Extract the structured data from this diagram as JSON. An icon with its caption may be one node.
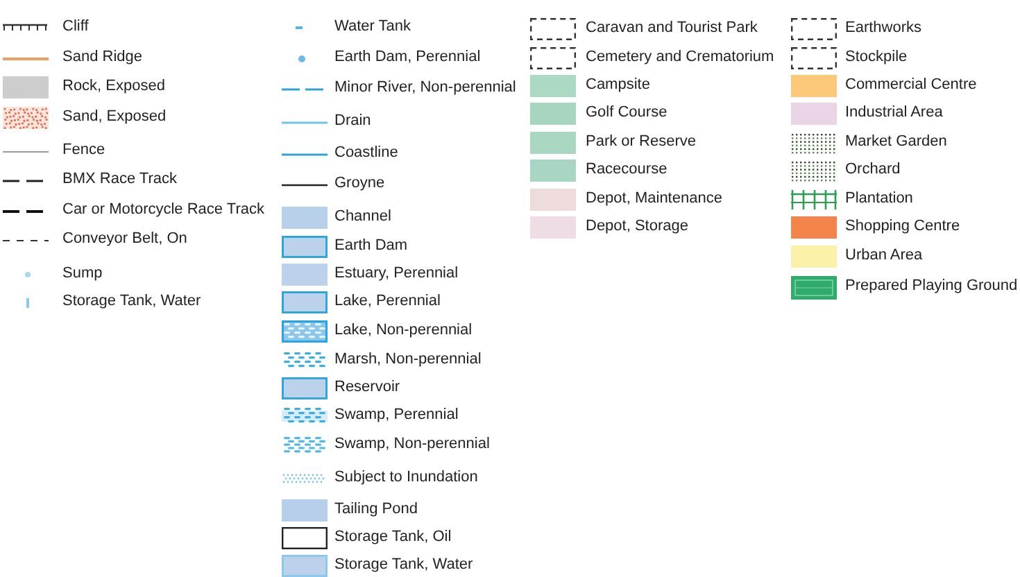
{
  "diagram": {
    "legend": [
      {
        "text": "Cliff"
      },
      {
        "text": "Sand Ridge"
      },
      {
        "text": "Rock, Exposed",
        "color": "#cdcdcd"
      },
      {
        "text": "Sand, Exposed"
      },
      {
        "text": "Fence"
      },
      {
        "text": "BMX Race Track"
      },
      {
        "text": "Car or Motorcycle Race Track"
      },
      {
        "text": "Conveyor Belt, On"
      },
      {
        "text": "Sump"
      },
      {
        "text": "Storage Tank, Water"
      },
      {
        "text": "Water Tank"
      },
      {
        "text": "Earth Dam, Perennial"
      },
      {
        "text": "Minor River, Non-perennial"
      },
      {
        "text": "Drain"
      },
      {
        "text": "Coastline"
      },
      {
        "text": "Groyne"
      },
      {
        "text": "Channel",
        "color": "#b9d0ea"
      },
      {
        "text": "Earth Dam"
      },
      {
        "text": "Estuary, Perennial",
        "color": "#bcd2eb"
      },
      {
        "text": "Lake, Perennial"
      },
      {
        "text": "Lake, Non-perennial"
      },
      {
        "text": "Marsh, Non-perennial"
      },
      {
        "text": "Reservoir"
      },
      {
        "text": "Swamp, Perennial"
      },
      {
        "text": "Swamp, Non-perennial"
      },
      {
        "text": "Subject to Inundation"
      },
      {
        "text": "Tailing Pond",
        "color": "#b8cfec"
      },
      {
        "text": "Storage Tank, Oil"
      },
      {
        "text": "Storage Tank, Water"
      },
      {
        "text": "Caravan and Tourist Park"
      },
      {
        "text": "Cemetery and Crematorium"
      },
      {
        "text": "Campsite",
        "color": "#acd9c3"
      },
      {
        "text": "Golf Course",
        "color": "#a7d5bf"
      },
      {
        "text": "Park or Reserve",
        "color": "#aad7c2"
      },
      {
        "text": "Racecourse",
        "color": "#a9d6c2"
      },
      {
        "text": "Depot, Maintenance",
        "color": "#eedcdc"
      },
      {
        "text": "Depot, Storage",
        "color": "#efdde6"
      },
      {
        "text": "Earthworks"
      },
      {
        "text": "Stockpile"
      },
      {
        "text": "Commercial Centre",
        "color": "#fcc87a"
      },
      {
        "text": "Industrial Area",
        "color": "#ead5e6"
      },
      {
        "text": "Market Garden"
      },
      {
        "text": "Orchard"
      },
      {
        "text": "Plantation"
      },
      {
        "text": "Shopping Centre",
        "color": "#f3854a"
      },
      {
        "text": "Urban Area",
        "color": "#fbf1a8"
      },
      {
        "text": "Prepared Playing Ground"
      }
    ]
  }
}
